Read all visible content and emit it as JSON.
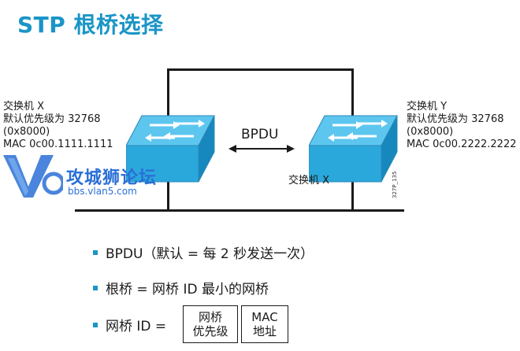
{
  "title": "STP 根桥选择",
  "switch_left": {
    "name": "交换机 X",
    "priority_label": "默认优先级为 32768",
    "priority_hex": "(0x8000)",
    "mac": "MAC 0c00.1111.1111"
  },
  "switch_right": {
    "name": "交换机 Y",
    "priority_label": "默认优先级为 32768",
    "priority_hex": "(0x8000)",
    "mac": "MAC 0c00.2222.2222"
  },
  "switch_right_device_label": "交换机 X",
  "bpdu_label": "BPDU",
  "side_code": "327P_135",
  "watermark": {
    "logo_text": "V5",
    "name": "攻城狮论坛",
    "url": "bbs.vlan5.com"
  },
  "bullets": [
    "BPDU（默认 = 每 2 秒发送一次）",
    "根桥 = 网桥 ID 最小的网桥",
    "网桥 ID ="
  ],
  "bridge_id_boxes": {
    "priority": [
      "网桥",
      "优先级"
    ],
    "mac": [
      "MAC",
      "地址"
    ]
  },
  "colors": {
    "title": "#1a95c7",
    "switch_face": "#2aa8dc",
    "switch_top": "#5cc6ef",
    "bullet": "#1a95c7",
    "watermark": "#2a6fd6"
  }
}
